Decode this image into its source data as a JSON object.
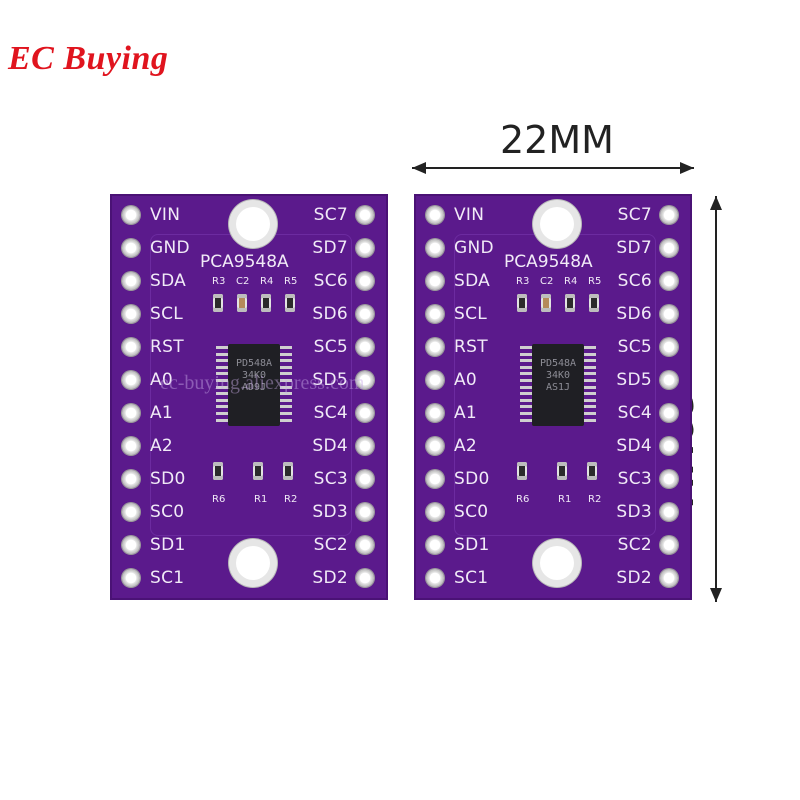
{
  "brand": {
    "text": "EC Buying",
    "color": "#e0141e"
  },
  "dimensions": {
    "width_label": "22MM",
    "height_label": "32MM"
  },
  "board_color": "#5b1a8c",
  "chip_label": "PCA9548A",
  "ic_marking": [
    "PD548A",
    "34K0",
    "AD9J"
  ],
  "ic_marking_2": [
    "PD548A",
    "34K0",
    "AS1J"
  ],
  "top_component_labels": [
    "R3",
    "C2",
    "R4",
    "R5"
  ],
  "bottom_component_labels": [
    "R6",
    "R1",
    "R2"
  ],
  "left_pins": [
    "VIN",
    "GND",
    "SDA",
    "SCL",
    "RST",
    "A0",
    "A1",
    "A2",
    "SD0",
    "SC0",
    "SD1",
    "SC1"
  ],
  "right_pins": [
    "SC7",
    "SD7",
    "SC6",
    "SD6",
    "SC5",
    "SD5",
    "SC4",
    "SD4",
    "SC3",
    "SD3",
    "SC2",
    "SD2"
  ],
  "watermark": "ec-buying.aliexpress.com"
}
